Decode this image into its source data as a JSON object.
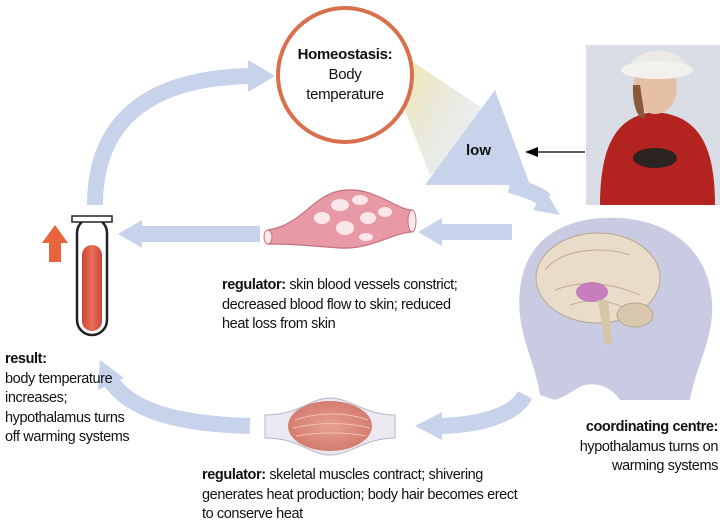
{
  "homeostasis": {
    "title": "Homeostasis:",
    "line1": "Body",
    "line2": "temperature"
  },
  "stimulus": {
    "label": "low"
  },
  "regulator_vessels": {
    "title": "regulator:",
    "text": "skin blood vessels constrict; decreased blood flow to skin; reduced heat loss from skin"
  },
  "result": {
    "title": "result:",
    "text": "body temperature increases; hypothalamus turns off warming systems"
  },
  "coordinating_centre": {
    "title": "coordinating centre:",
    "text": "hypothalamus turns on warming systems"
  },
  "regulator_muscles": {
    "title": "regulator:",
    "text": "skeletal muscles contract; shivering generates heat production; body hair becomes erect to conserve heat"
  },
  "colors": {
    "arrow": "#c7d3ea",
    "circle_border": "#d8704c",
    "thermometer_fill": "#e2614a",
    "up_arrow": "#e8643f",
    "vessel": "#e79aa5",
    "head": "#c9cbe3"
  }
}
